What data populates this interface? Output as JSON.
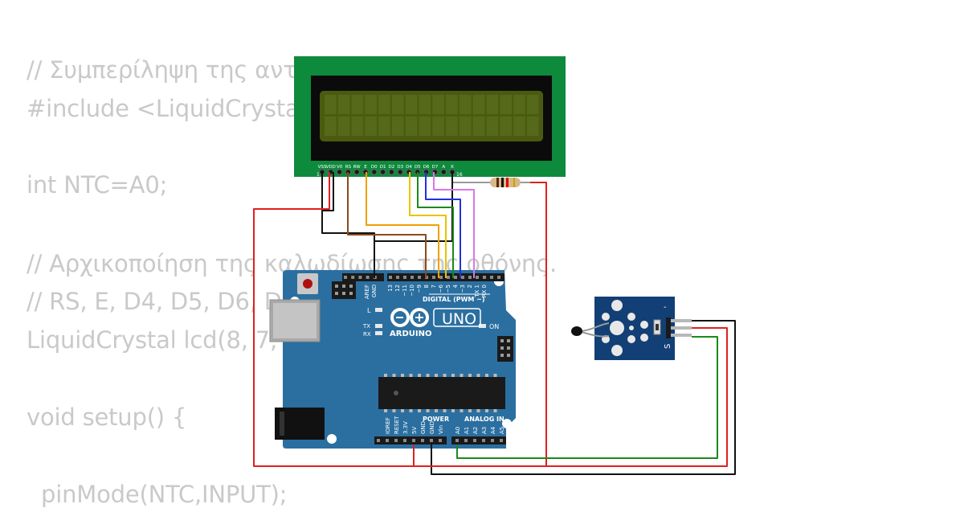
{
  "code": {
    "lines": [
      {
        "id": "l1",
        "text": "// Συμπερίληψη της αντίστοιχης βιβλιοθήκης."
      },
      {
        "id": "l2",
        "text": "#include <LiquidCrystal.h>"
      },
      {
        "id": "l3",
        "text": "int NTC=A0;"
      },
      {
        "id": "l4",
        "text": "// Αρχικοποίηση της καλωδίωσης της οθόνης."
      },
      {
        "id": "l5",
        "text": "// RS, E, D4, D5, D6, D7"
      },
      {
        "id": "l6",
        "text": "LiquidCrystal lcd(8, 7, 6, 5, 4, 3);"
      },
      {
        "id": "l7",
        "text": "void setup() {"
      },
      {
        "id": "l8",
        "text": "  pinMode(NTC,INPUT);"
      }
    ]
  },
  "lcd": {
    "pin_labels": [
      "VSS",
      "VDD",
      "V0",
      "RS",
      "RW",
      "E",
      "D0",
      "D1",
      "D2",
      "D3",
      "D4",
      "D5",
      "D6",
      "D7",
      "A",
      "K"
    ],
    "pin_first": "1",
    "pin_last": "16"
  },
  "arduino": {
    "digital_label": "DIGITAL (PWM ~)",
    "brand": "ARDUINO",
    "model": "UNO",
    "tx": "TX",
    "rx": "RX",
    "l_led": "L",
    "on_led": "ON",
    "power_label": "POWER",
    "analog_label": "ANALOG IN",
    "top_pins": [
      "AREF",
      "GND",
      "13",
      "12",
      "~11",
      "~10",
      "~9",
      "8",
      "7",
      "~6",
      "~5",
      "4",
      "~3",
      "2",
      "TX 1",
      "RX 0"
    ],
    "power_pins": [
      "IOREF",
      "RESET",
      "3.3V",
      "5V",
      "GND",
      "GND",
      "Vin"
    ],
    "analog_pins": [
      "A0",
      "A1",
      "A2",
      "A3",
      "A4",
      "A5"
    ]
  },
  "sensor": {
    "pin_minus": "-",
    "pin_s": "S"
  },
  "colors": {
    "board": "#2b6fa0",
    "lcd_pcb": "#0e8a3d",
    "lcd_screen": "#4a5b10",
    "sensor_board": "#123f75",
    "wire_red": "#e02020",
    "wire_black": "#111111",
    "wire_green": "#1a8a1a",
    "wire_brown": "#8b4a1c",
    "wire_orange": "#f0a000",
    "wire_yellow": "#e8c400",
    "wire_blue": "#2030e0",
    "wire_violet": "#d878e8"
  }
}
